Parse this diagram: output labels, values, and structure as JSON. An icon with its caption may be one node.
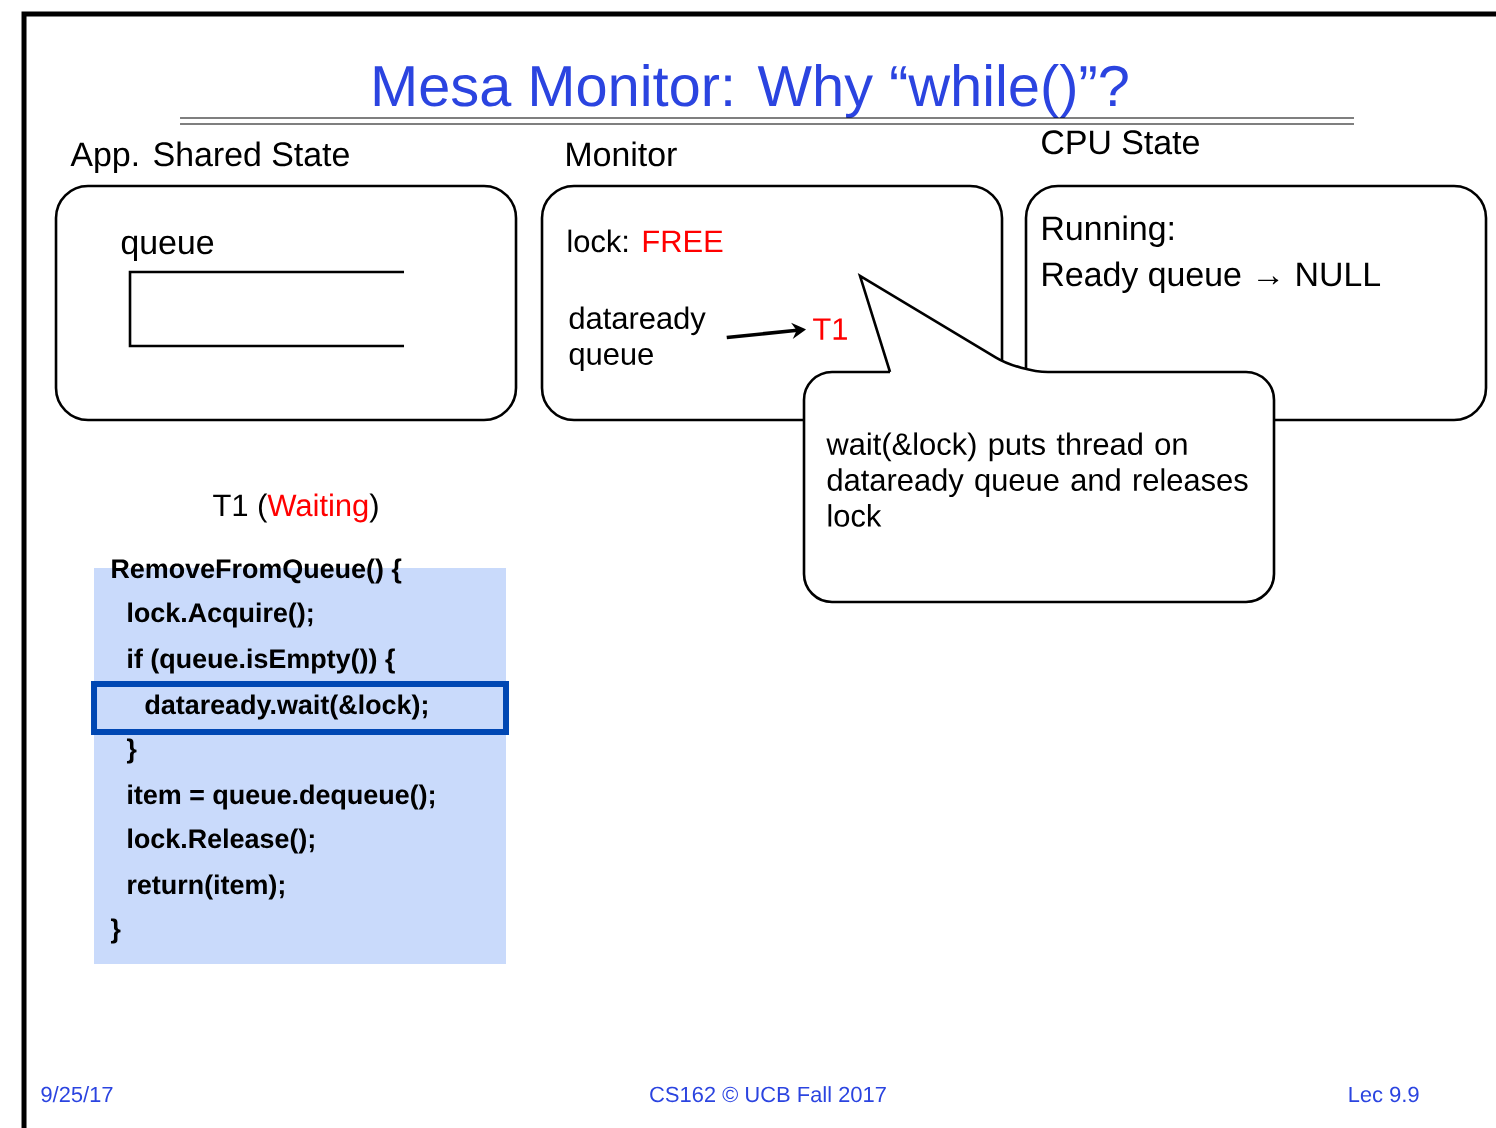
{
  "diagram": {
    "title": "Mesa Monitor: Why “while()”?",
    "nodes": [
      {
        "text": [
          "App. Shared State",
          "queue"
        ]
      },
      {
        "text": [
          "Monitor",
          "lock:",
          "FREE"
        ]
      },
      {
        "text": [
          "dataready queue"
        ],
        "in": 1
      },
      {
        "text": [
          "T1"
        ],
        "in": 1
      },
      {
        "text": [
          "CPU State",
          "Running:",
          "Ready queue → NULL"
        ]
      },
      {
        "text": [
          "wait(&lock) puts thread on dataready queue and releases lock"
        ]
      },
      {
        "text": [
          "T1 (",
          "Waiting",
          ")",
          "RemoveFromQueue() {",
          "lock.Acquire();",
          "if (queue.isEmpty()) {",
          "}",
          "item = queue.dequeue();",
          "lock.Release();",
          "return(item);",
          "}"
        ]
      },
      {
        "text": [
          "dataready.wait(&lock);"
        ],
        "in": 6
      }
    ],
    "edges": [
      {
        "from": 2,
        "to": 3,
        "arrow": "to"
      }
    ],
    "labels": [
      "9/25/17",
      "CS162 © UCB Fall 2017",
      "Lec 9.9"
    ]
  }
}
